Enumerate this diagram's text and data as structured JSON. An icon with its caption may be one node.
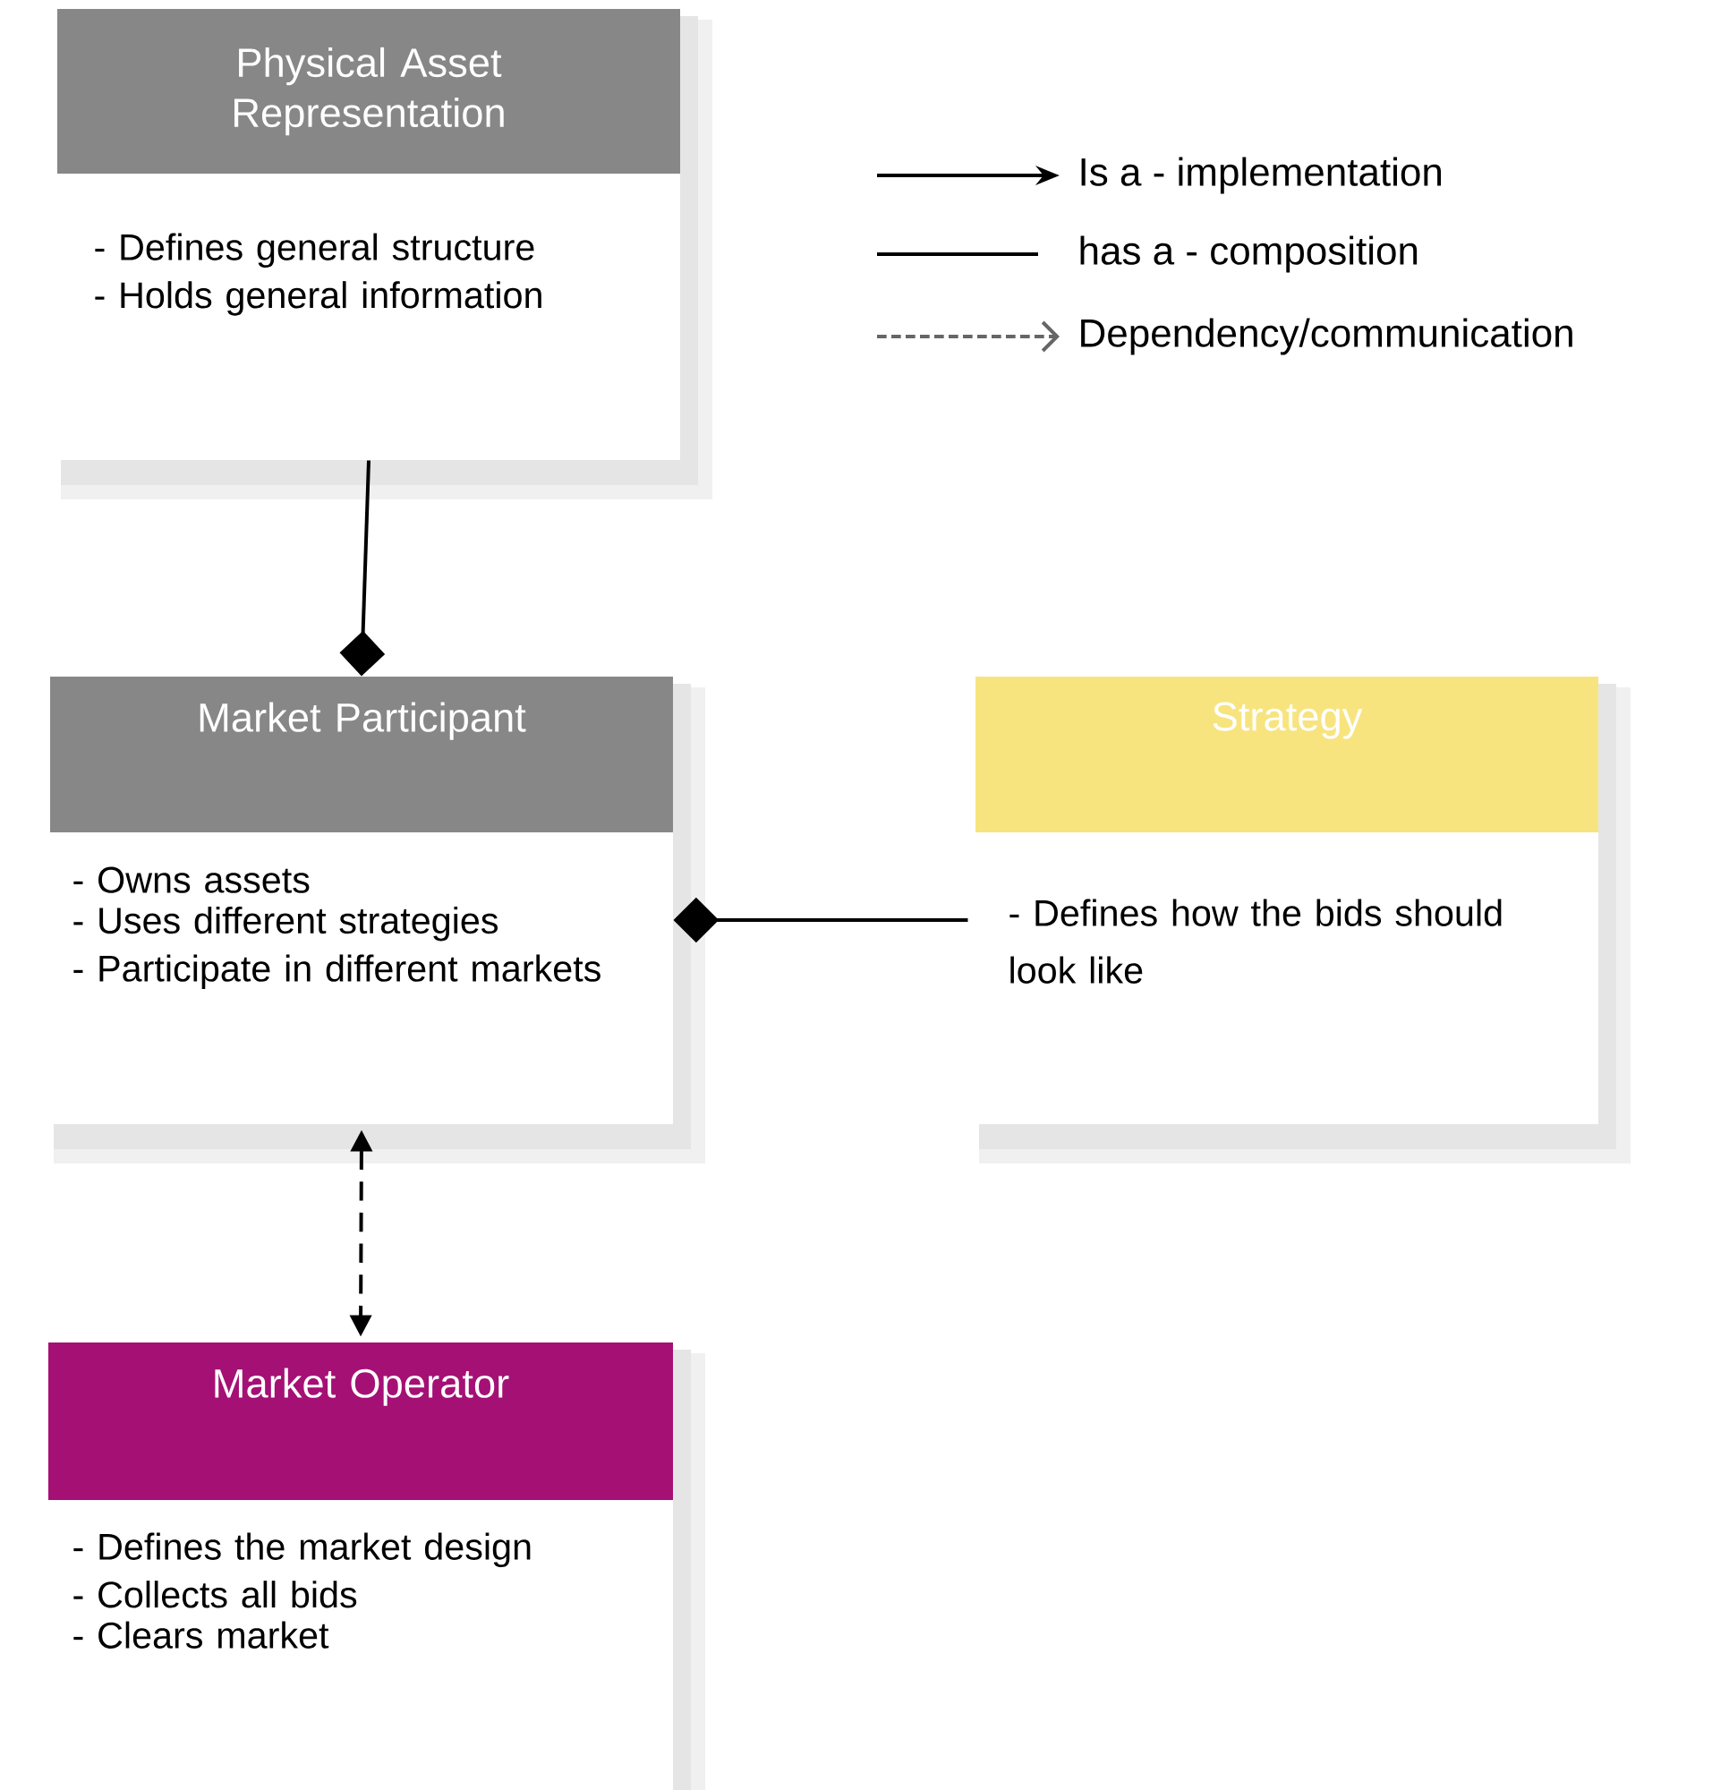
{
  "diagram": {
    "nodes": [
      {
        "text": [
          "Physical Asset Representation",
          "- Defines general structure",
          "- Holds general information"
        ]
      },
      {
        "text": [
          "Market Participant",
          "- Owns assets",
          "- Uses different strategies",
          "- Participate in different markets"
        ]
      },
      {
        "text": [
          "Strategy",
          "- Defines how the bids should look like"
        ]
      },
      {
        "text": [
          "Market Operator",
          "- Defines the market design",
          "- Collects all bids",
          "- Clears market"
        ]
      }
    ],
    "edges": [
      {
        "from": 0,
        "to": 1,
        "arrow": "other"
      },
      {
        "from": 2,
        "to": 1,
        "arrow": "other"
      },
      {
        "from": 1,
        "to": 3,
        "arrow": "both",
        "style": "dashed"
      }
    ],
    "legend": [
      {
        "text": "Is a - implementation"
      },
      {
        "text": "has a - composition"
      },
      {
        "text": "Dependency/communication"
      }
    ]
  }
}
